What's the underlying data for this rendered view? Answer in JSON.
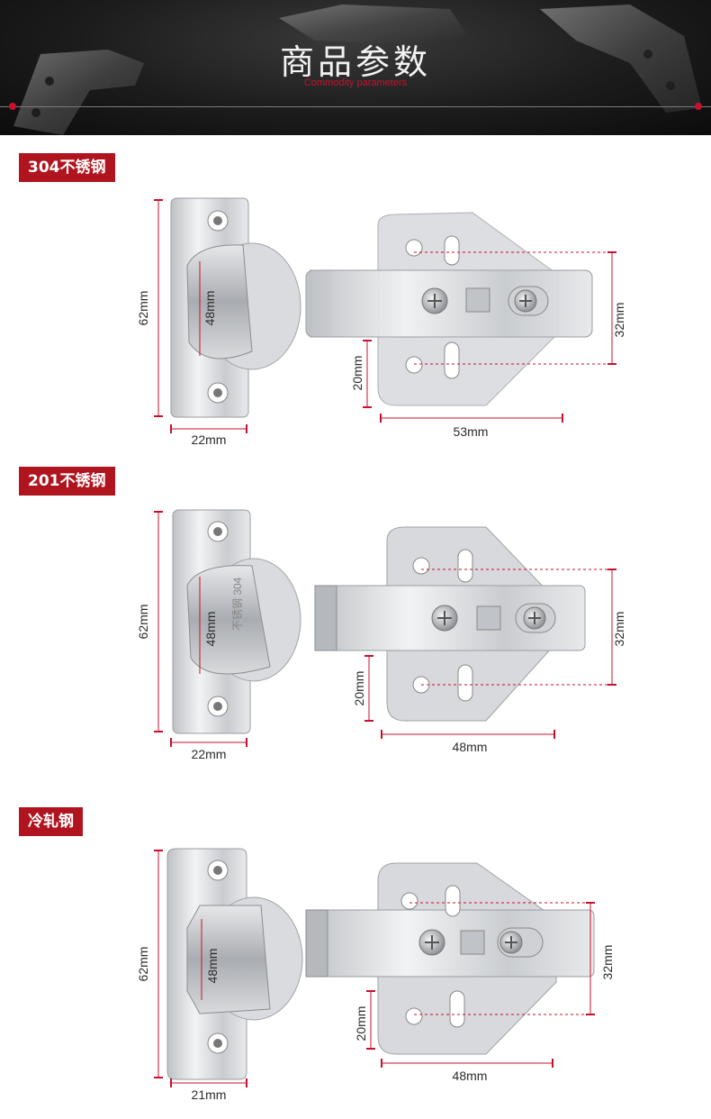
{
  "header": {
    "title": "商品参数",
    "subtitle": "Commodity parameters",
    "accent_color": "#c8102e"
  },
  "sections": [
    {
      "tag": "304不锈钢",
      "dims": {
        "height": "62mm",
        "cup": "48mm",
        "base": "22mm",
        "arm_hole": "20mm",
        "plate_width": "53mm",
        "plate_hole": "32mm"
      }
    },
    {
      "tag": "201不锈钢",
      "stamp": "不锈钢 304",
      "dims": {
        "height": "62mm",
        "cup": "48mm",
        "base": "22mm",
        "arm_hole": "20mm",
        "plate_width": "48mm",
        "plate_hole": "32mm"
      }
    },
    {
      "tag": "冷轧钢",
      "dims": {
        "height": "62mm",
        "cup": "48mm",
        "base": "21mm",
        "arm_hole": "20mm",
        "plate_width": "48mm",
        "plate_hole": "32mm"
      }
    }
  ]
}
